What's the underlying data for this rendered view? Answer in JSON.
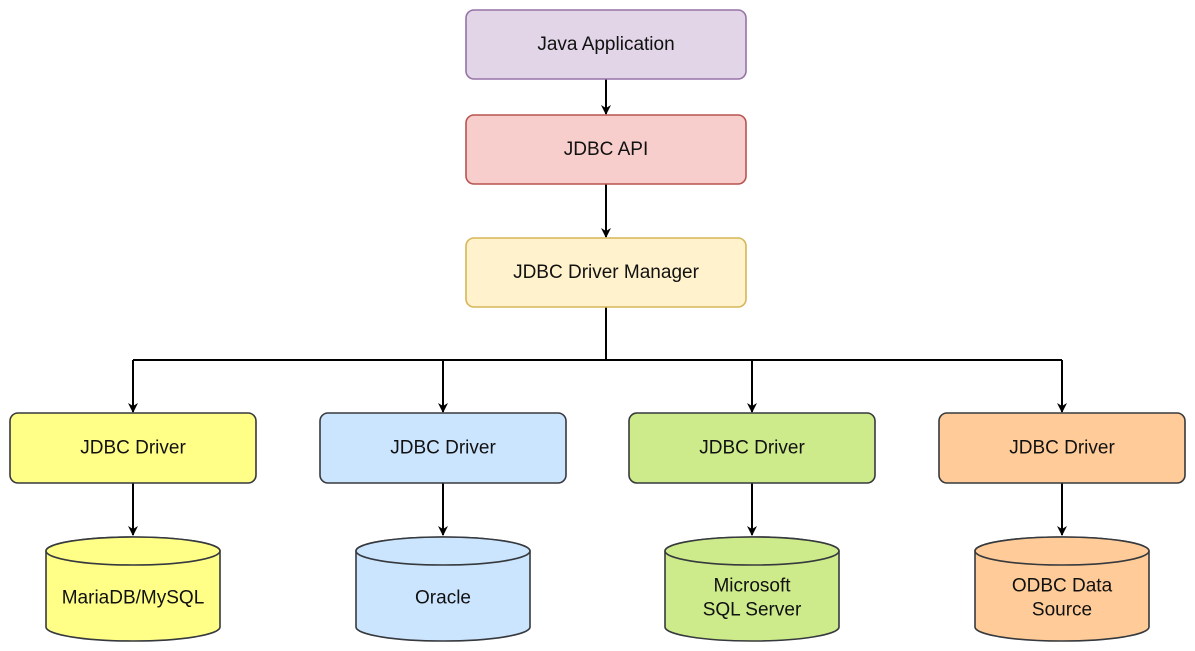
{
  "diagram": {
    "nodes": {
      "java_app": {
        "label": "Java Application",
        "fill": "#e1d5e7",
        "stroke": "#9673a6"
      },
      "jdbc_api": {
        "label": "JDBC API",
        "fill": "#f8cecc",
        "stroke": "#b85450"
      },
      "driver_manager": {
        "label": "JDBC Driver Manager",
        "fill": "#fff2cc",
        "stroke": "#d6b656"
      },
      "drivers": [
        {
          "label": "JDBC Driver",
          "fill": "#ffff88",
          "stroke": "#36393d"
        },
        {
          "label": "JDBC Driver",
          "fill": "#cce5ff",
          "stroke": "#36393d"
        },
        {
          "label": "JDBC Driver",
          "fill": "#cdeb8b",
          "stroke": "#36393d"
        },
        {
          "label": "JDBC Driver",
          "fill": "#ffcc99",
          "stroke": "#36393d"
        }
      ],
      "databases": [
        {
          "lines": [
            "MariaDB/MySQL"
          ],
          "fill": "#ffff88",
          "stroke": "#36393d"
        },
        {
          "lines": [
            "Oracle"
          ],
          "fill": "#cce5ff",
          "stroke": "#36393d"
        },
        {
          "lines": [
            "Microsoft",
            "SQL Server"
          ],
          "fill": "#cdeb8b",
          "stroke": "#36393d"
        },
        {
          "lines": [
            "ODBC Data",
            "Source"
          ],
          "fill": "#ffcc99",
          "stroke": "#36393d"
        }
      ]
    },
    "edge_color": "#000000"
  }
}
